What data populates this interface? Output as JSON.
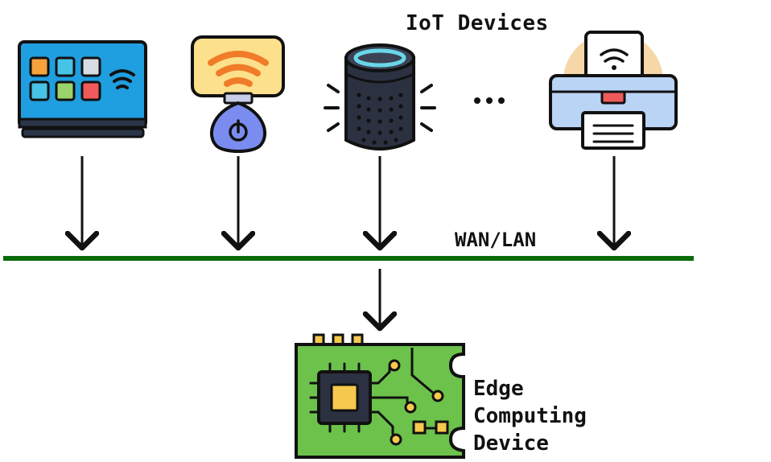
{
  "labels": {
    "iot_devices": "IoT Devices",
    "network": "WAN/LAN",
    "edge_line1": "Edge",
    "edge_line2": "Computing",
    "edge_line3": "Device",
    "ellipsis": "..."
  },
  "devices": [
    {
      "icon": "smart-tv-icon"
    },
    {
      "icon": "smart-bulb-icon"
    },
    {
      "icon": "smart-speaker-icon"
    },
    {
      "icon": "wifi-printer-icon"
    }
  ],
  "edge": {
    "icon": "circuit-board-icon"
  },
  "colors": {
    "network_line": "#0a6b0a",
    "tv_screen": "#1f9ee0",
    "bulb_body": "#7b8cf0",
    "bulb_sign": "#fde08b",
    "speaker_top": "#6ad6e8",
    "printer_body": "#b9d4f5",
    "board_green": "#6cc24a",
    "chip_gold": "#f6c94e",
    "outline": "#111111"
  }
}
